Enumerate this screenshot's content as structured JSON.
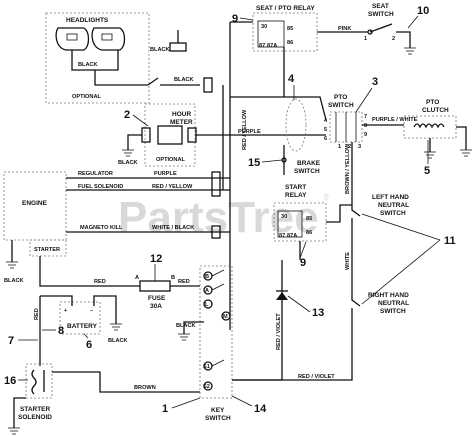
{
  "watermark": {
    "text": "PartsTree",
    "registered": "®"
  },
  "components": {
    "headlights": "HEADLIGHTS",
    "seat_pto_relay": "SEAT / PTO RELAY",
    "seat_switch": [
      "SEAT",
      "SWITCH"
    ],
    "hour_meter": [
      "HOUR",
      "METER"
    ],
    "pto_switch": [
      "PTO",
      "SWITCH"
    ],
    "pto_clutch": [
      "PTO",
      "CLUTCH"
    ],
    "engine": "ENGINE",
    "starter": "STARTER",
    "brake_switch": [
      "BRAKE",
      "SWITCH"
    ],
    "start_relay": [
      "START",
      "RELAY"
    ],
    "left_neutral": [
      "LEFT HAND",
      "NEUTRAL",
      "SWITCH"
    ],
    "right_neutral": [
      "RIGHT HAND",
      "NEUTRAL",
      "SWITCH"
    ],
    "fuse": [
      "FUSE",
      "30A"
    ],
    "battery": "BATTERY",
    "starter_solenoid": [
      "STARTER",
      "SOLENOID"
    ],
    "key_switch": [
      "KEY",
      "SWITCH"
    ]
  },
  "labels": {
    "black": "BLACK",
    "optional": "OPTIONAL",
    "pink": "PINK",
    "purple": "PURPLE",
    "purple_white": "PURPLE / WHITE",
    "red_yellow": "RED / YELLOW",
    "red_yellow_v": "RED / YELLOW",
    "brown_yellow": "BROWN / YELLOW",
    "white": "WHITE",
    "white_black": "WHITE / BLACK",
    "regulator": "REGULATOR",
    "fuel_solenoid": "FUEL SOLENOID",
    "magneto_kill": "MAGNETO KILL",
    "red": "RED",
    "brown": "BROWN",
    "red_violet": "RED / VIOLET",
    "a": "A",
    "b": "B",
    "plus": "+",
    "minus": "–"
  },
  "key_terminals": [
    "B",
    "A",
    "L",
    "M",
    "S1",
    "S2"
  ],
  "relay_pins": [
    "87",
    "87A",
    "85",
    "86",
    "30"
  ],
  "pto_pins": [
    "4",
    "5",
    "6",
    "1",
    "2",
    "3",
    "7",
    "8",
    "9"
  ],
  "switch_pins": {
    "seat_1": "1",
    "seat_2": "2"
  },
  "callouts": [
    "1",
    "2",
    "3",
    "4",
    "5",
    "6",
    "7",
    "8",
    "9",
    "9",
    "10",
    "11",
    "12",
    "13",
    "14",
    "15",
    "16"
  ]
}
